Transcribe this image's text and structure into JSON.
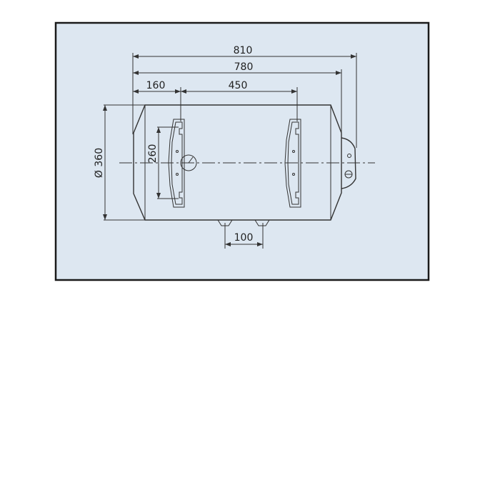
{
  "colors": {
    "background": "#dde7f1",
    "frame": "#1a1a1a",
    "line": "#333333"
  },
  "dimensions": {
    "overall_length": "810",
    "body_length": "780",
    "first_bracket_offset": "160",
    "bracket_spacing": "450",
    "diameter": "Ø 360",
    "bracket_height": "260",
    "pipe_spacing": "100"
  }
}
